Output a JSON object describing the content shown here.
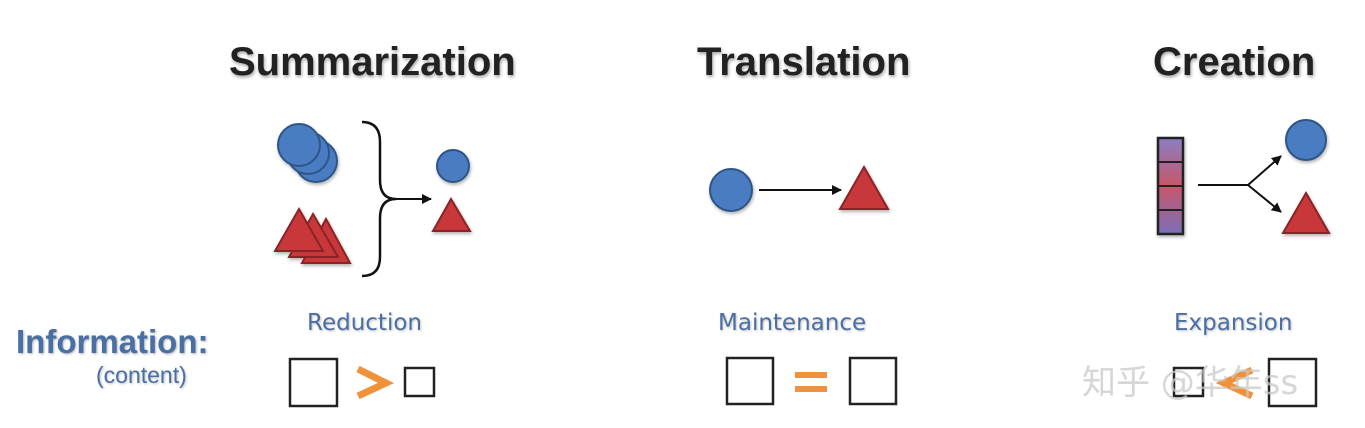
{
  "columns": [
    {
      "title": "Summarization",
      "label": "Reduction"
    },
    {
      "title": "Translation",
      "label": "Maintenance"
    },
    {
      "title": "Creation",
      "label": "Expansion"
    }
  ],
  "info": {
    "label": "Information:",
    "sublabel": "(content)"
  },
  "watermark": "知乎 @华年ss",
  "colors": {
    "circle": "#4a7cc0",
    "triangle": "#c8393b",
    "operator": "#f0923a",
    "text": "#4a6fa5"
  }
}
